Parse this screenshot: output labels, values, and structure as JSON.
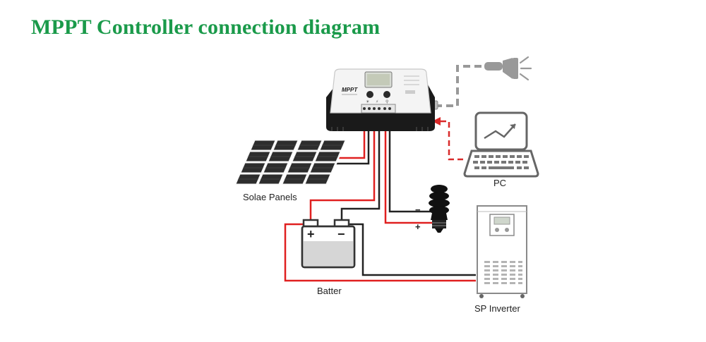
{
  "title": "MPPT Controller connection diagram",
  "controller": {
    "brand": "MPPT"
  },
  "labels": {
    "solar": "Solae Panels",
    "pc": "PC",
    "battery": "Batter",
    "inverter": "SP Inverter"
  },
  "signs": {
    "plus": "+",
    "minus": "−"
  },
  "colors": {
    "title": "#1a9a4a",
    "positive_wire": "#e02020",
    "negative_wire": "#222222",
    "accessory_wire": "#999999",
    "data_wire": "#d92a2a"
  }
}
